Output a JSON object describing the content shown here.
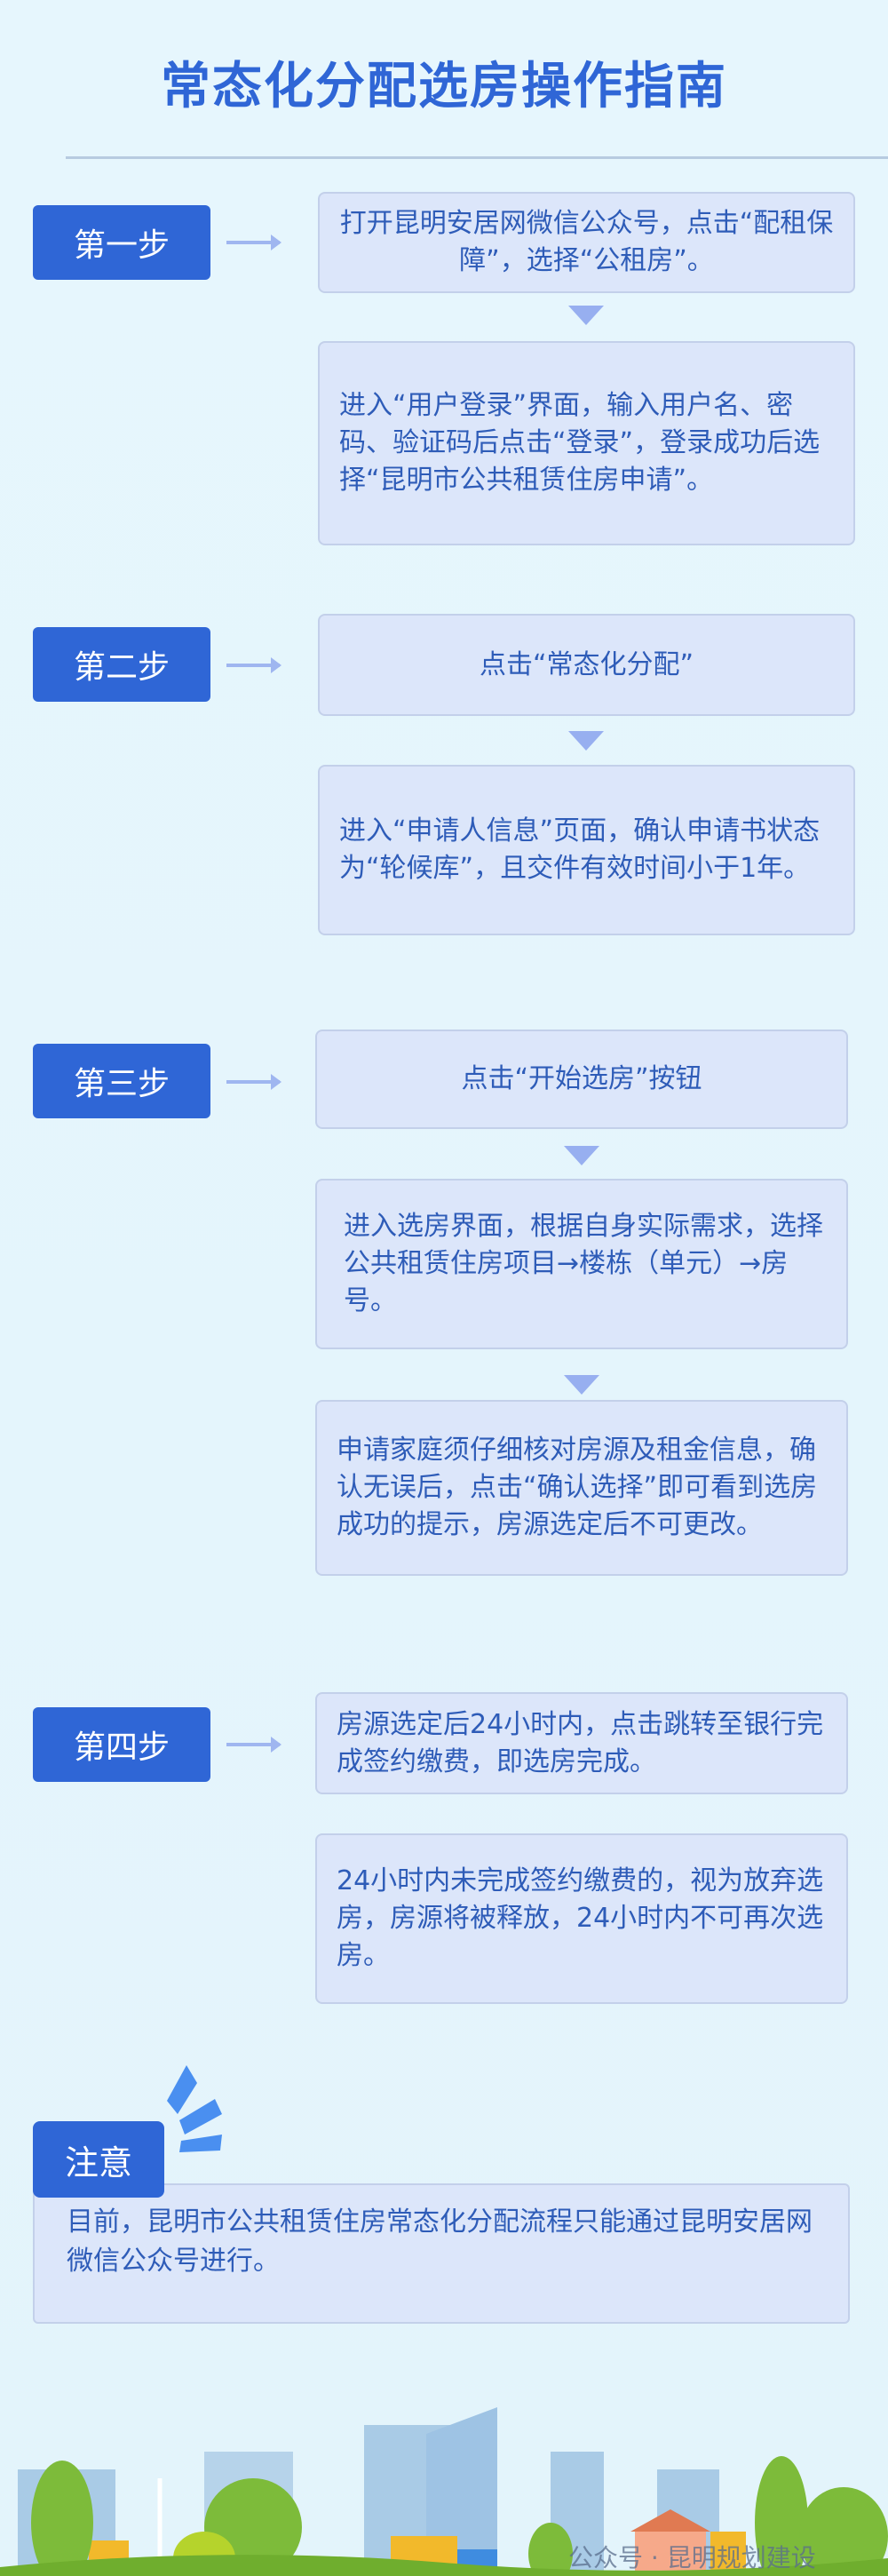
{
  "title": "常态化分配选房操作指南",
  "steps": [
    {
      "label": "第一步",
      "boxes": [
        "打开昆明安居网微信公众号，点击“配租保障”，选择“公租房”。",
        "进入“用户登录”界面，输入用户名、密码、验证码后点击“登录”，登录成功后选择“昆明市公共租赁住房申请”。"
      ]
    },
    {
      "label": "第二步",
      "boxes": [
        "点击“常态化分配”",
        "进入“申请人信息”页面，确认申请书状态为“轮候库”，且交件有效时间小于1年。"
      ]
    },
    {
      "label": "第三步",
      "boxes": [
        "点击“开始选房”按钮",
        "进入选房界面，根据自身实际需求，选择公共租赁住房项目→楼栋（单元）→房号。",
        "申请家庭须仔细核对房源及租金信息，确认无误后，点击“确认选择”即可看到选房成功的提示，房源选定后不可更改。"
      ]
    },
    {
      "label": "第四步",
      "boxes": [
        "房源选定后24小时内，点击跳转至银行完成签约缴费，即选房完成。",
        "24小时内未完成签约缴费的，视为放弃选房，房源将被释放，24小时内不可再次选房。"
      ]
    }
  ],
  "note": {
    "label": "注意",
    "text": "目前，昆明市公共租赁住房常态化分配流程只能通过昆明安居网微信公众号进行。"
  },
  "watermark": "公众号 · 昆明规划建设",
  "colors": {
    "accent": "#2f66d6",
    "text": "#2e5cb8",
    "box": "#dce6fa",
    "background": "#e4f5fc"
  }
}
